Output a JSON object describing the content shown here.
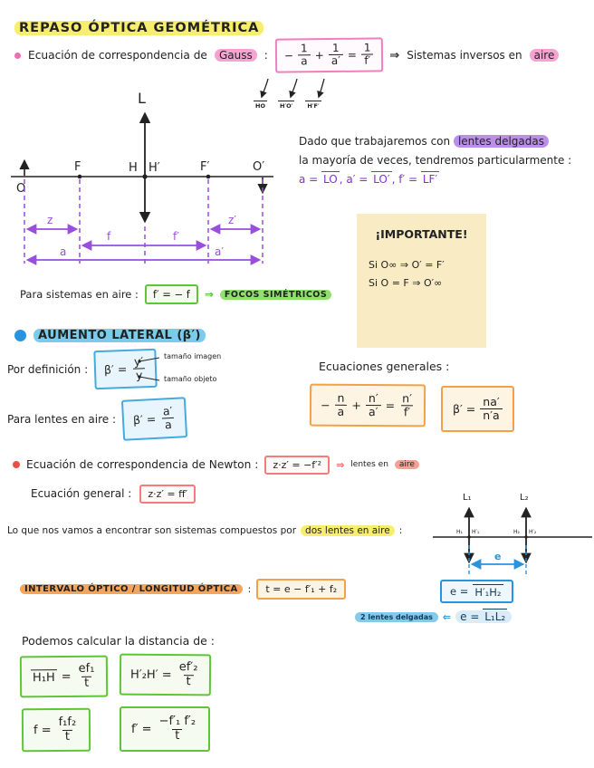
{
  "title": "REPASO  ÓPTICA  GEOMÉTRICA",
  "gauss": {
    "label": "Ecuación  de  correspondencia  de",
    "keyword": "Gauss",
    "colon": ":",
    "eq": {
      "sign1": "−",
      "n1": "1",
      "d1": "a",
      "plus": "+",
      "n2": "1",
      "d2": "a′",
      "equals": "=",
      "n3": "1",
      "d3": "f′"
    },
    "arrow": "⇒",
    "conclusion_pre": "Sistemas  inversos  en",
    "conclusion_hl": "aire",
    "under_labels": [
      "HO",
      "H′O′",
      "H′F′"
    ]
  },
  "diagram1": {
    "L": "L",
    "O": "O",
    "F": "F",
    "H": "H",
    "Hp": "H′",
    "Fp": "F′",
    "Op": "O′",
    "z": "z",
    "zp": "z′",
    "f": "f",
    "fp": "f′",
    "a": "a",
    "ap": "a′"
  },
  "thin_lens": {
    "line1_pre": "Dado  que  trabajaremos  con",
    "line1_hl": "lentes delgadas",
    "line2": "la  mayoría  de  veces, tendremos  particularmente :",
    "defs": [
      {
        "pre": "a = ",
        "ov": "LO"
      },
      {
        "pre": ",  a′ = ",
        "ov": "LO′"
      },
      {
        "pre": ",  f′ = ",
        "ov": "LF′"
      }
    ]
  },
  "important": {
    "title": "¡IMPORTANTE!",
    "line1": "Si  O∞  ⇒ O′ = F′",
    "line2": "Si  O = F  ⇒  O′∞"
  },
  "air_systems": {
    "label": "Para  sistemas  en  aire :",
    "box": "f′ = − f",
    "arrow": "⇒",
    "result": "FOCOS  SIMÉTRICOS"
  },
  "aumento": {
    "heading": "AUMENTO  LATERAL  (β′)",
    "def_label": "Por  definición :",
    "def_eq": {
      "lhs": "β′ =",
      "num": "y′",
      "den": "y"
    },
    "ann_imagen": "tamaño  imagen",
    "ann_objeto": "tamaño  objeto",
    "air_label": "Para  lentes  en  aire :",
    "air_eq": {
      "lhs": "β′ =",
      "num": "a′",
      "den": "a"
    }
  },
  "general": {
    "heading": "Ecuaciones  generales :",
    "eq1": {
      "sign1": "−",
      "n1": "n",
      "d1": "a",
      "plus": "+",
      "n2": "n′",
      "d2": "a′",
      "equals": "=",
      "n3": "n′",
      "d3": "f′"
    },
    "eq2": {
      "lhs": "β′ =",
      "num": "na′",
      "den": "n′a"
    }
  },
  "newton": {
    "label": "Ecuación  de  correspondencia  de  Newton :",
    "box": "z·z′ = −f′²",
    "arrow": "⇒",
    "tail_pre": "lentes  en",
    "tail_hl": "aire",
    "gen_label": "Ecuación  general :",
    "gen_box": "z·z′ = ff′"
  },
  "compound": {
    "pre": "Lo  que  nos  vamos  a  encontrar  son  sistemas  compuestos  por",
    "hl": "dos  lentes  en  aire",
    "colon": ":"
  },
  "diagram2": {
    "L1": "L₁",
    "L2": "L₂",
    "H1": "H₁",
    "H1p": "H′₁",
    "H2": "H₂",
    "H2p": "H′₂",
    "e": "e"
  },
  "intervalo": {
    "label": "INTERVALO  ÓPTICO / LONGITUD  ÓPTICA",
    "colon": ":",
    "box": "t = e − f′₁ + f₂"
  },
  "e_defs": {
    "box1_pre": "e = ",
    "box1_ov": "H′₁H₂",
    "note_hl": "2 lentes delgadas",
    "arrow": "⇐",
    "box2_pre": "e = ",
    "box2_ov": "L₁L₂"
  },
  "distances": {
    "intro": "Podemos  calcular  la  distancia  de :",
    "b1": {
      "lhs_ov": "H₁H",
      "eq": "=",
      "num": "ef₁",
      "den": "t"
    },
    "b2": {
      "lhs": "H′₂H′ =",
      "num": "ef′₂",
      "den": "t"
    },
    "b3": {
      "lhs": "f =",
      "num": "f₁f₂",
      "den": "t"
    },
    "b4": {
      "lhs": "f′ =",
      "num": "−f′₁ f′₂",
      "den": "t"
    }
  },
  "colors": {
    "yellow": "#f7ee6d",
    "pink": "#ee6db5",
    "purple": "#7e33cf",
    "cyan": "#2a93dd",
    "green": "#5ec636",
    "orange": "#f0a149",
    "red": "#ef6a62"
  }
}
